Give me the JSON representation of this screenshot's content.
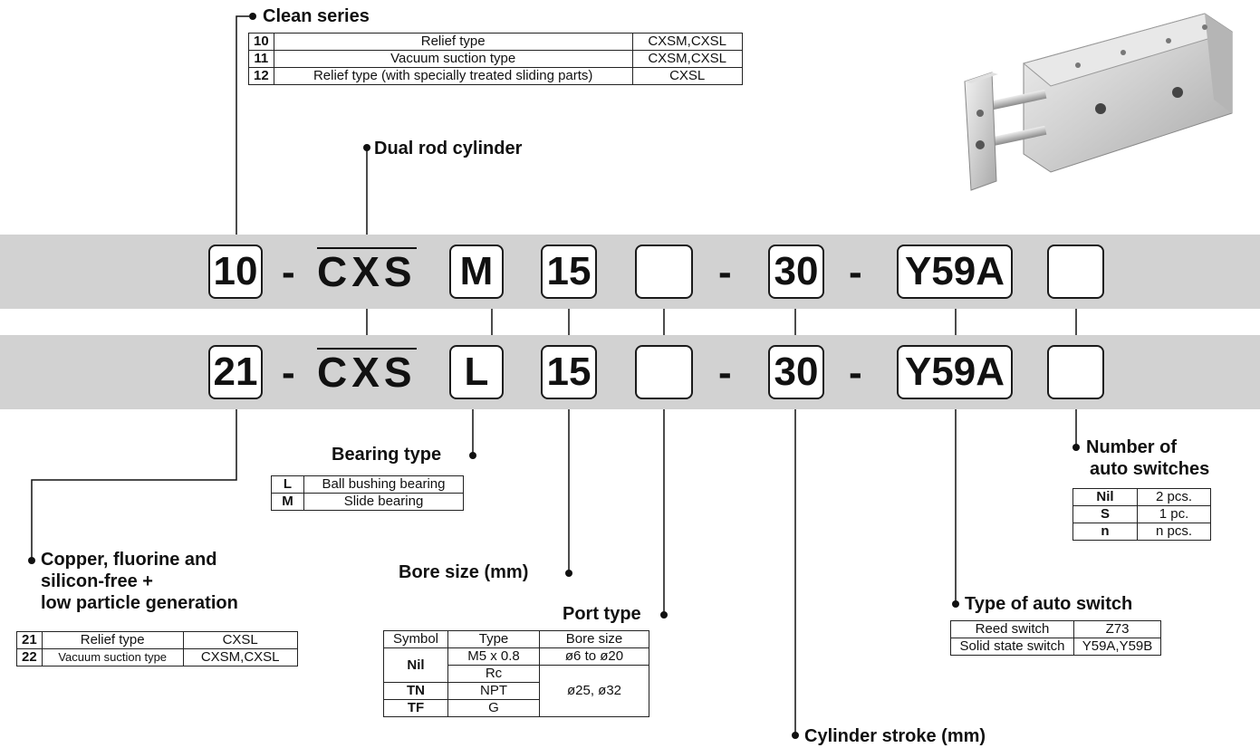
{
  "top_row": {
    "prefix": "10",
    "dash1": "-",
    "series": "CXS",
    "bearing": "M",
    "bore": "15",
    "port": "",
    "dash2": "-",
    "stroke": "30",
    "dash3": "-",
    "switch": "Y59A",
    "count": ""
  },
  "bottom_row": {
    "prefix": "21",
    "dash1": "-",
    "series": "CXS",
    "bearing": "L",
    "bore": "15",
    "port": "",
    "dash2": "-",
    "stroke": "30",
    "dash3": "-",
    "switch": "Y59A",
    "count": ""
  },
  "clean_series": {
    "title": "Clean series",
    "rows": [
      [
        "10",
        "Relief type",
        "CXSM,CXSL"
      ],
      [
        "11",
        "Vacuum suction type",
        "CXSM,CXSL"
      ],
      [
        "12",
        "Relief type (with specially treated sliding parts)",
        "CXSL"
      ]
    ]
  },
  "dual_rod": {
    "title": "Dual rod cylinder"
  },
  "copper_free": {
    "title_lines": [
      "Copper, fluorine and",
      "silicon-free +",
      "low particle generation"
    ],
    "rows": [
      [
        "21",
        "Relief type",
        "CXSL"
      ],
      [
        "22",
        "Vacuum suction type",
        "CXSM,CXSL"
      ]
    ]
  },
  "bearing_type": {
    "title": "Bearing type",
    "rows": [
      [
        "L",
        "Ball bushing bearing"
      ],
      [
        "M",
        "Slide bearing"
      ]
    ]
  },
  "bore_size": {
    "title": "Bore size (mm)"
  },
  "port_type": {
    "title": "Port type",
    "header": [
      "Symbol",
      "Type",
      "Bore size"
    ],
    "rows": [
      [
        "Nil",
        "M5 x 0.8",
        "ø6 to ø20"
      ],
      [
        "",
        "Rc",
        ""
      ],
      [
        "TN",
        "NPT",
        "ø25, ø32"
      ],
      [
        "TF",
        "G",
        ""
      ]
    ]
  },
  "cylinder_stroke": {
    "title": "Cylinder stroke (mm)"
  },
  "auto_switch_type": {
    "title": "Type of auto switch",
    "rows": [
      [
        "Reed switch",
        "Z73"
      ],
      [
        "Solid state switch",
        "Y59A,Y59B"
      ]
    ]
  },
  "auto_switch_count": {
    "title_lines": [
      "Number of",
      "auto switches"
    ],
    "rows": [
      [
        "Nil",
        "2 pcs."
      ],
      [
        "S",
        "1 pc."
      ],
      [
        "n",
        "n pcs."
      ]
    ]
  },
  "colors": {
    "band": "#d2d2d2",
    "ink": "#111111"
  }
}
